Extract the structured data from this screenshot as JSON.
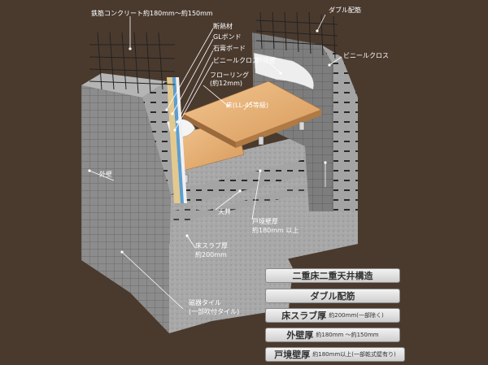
{
  "labels": {
    "concrete": "鉄筋コンクリート約180mm～約150mm",
    "insulation": "断熱材",
    "gl_bond": "GLボンド",
    "gypsum": "石膏ボード",
    "vinyl_left": "ビニールクロス",
    "flooring_1": "フローリング",
    "flooring_2": "(約12mm)",
    "floor_grade": "床(LL-45等級)",
    "boundary_wall": "戸境壁",
    "double_rebar": "ダブル配筋",
    "vinyl_right": "ビニールクロス",
    "exterior_wall": "外壁",
    "ceiling": "天井",
    "boundary_thick_1": "戸境壁厚",
    "boundary_thick_2": "約180mm 以上",
    "slab_1": "床スラブ厚",
    "slab_2": "約200mm",
    "tile_1": "磁器タイル",
    "tile_2": "(一部吹付タイル)"
  },
  "pills": [
    {
      "main": "二重床二重天井構造",
      "sub": ""
    },
    {
      "main": "ダブル配筋",
      "sub": ""
    },
    {
      "main": "床スラブ厚",
      "sub": "約200mm(一部除く)"
    },
    {
      "main": "外壁厚",
      "sub": "約180mm 〜約150mm"
    },
    {
      "main": "戸境壁厚",
      "sub": "約180mm以上(一部乾式壁有り)"
    }
  ],
  "colors": {
    "background": "#4a3a2e",
    "concrete": "#9a9a9a",
    "concrete_dark": "#6e6e6e",
    "floor_wood": "#e8b47a",
    "rebar": "#2a2a2a"
  }
}
